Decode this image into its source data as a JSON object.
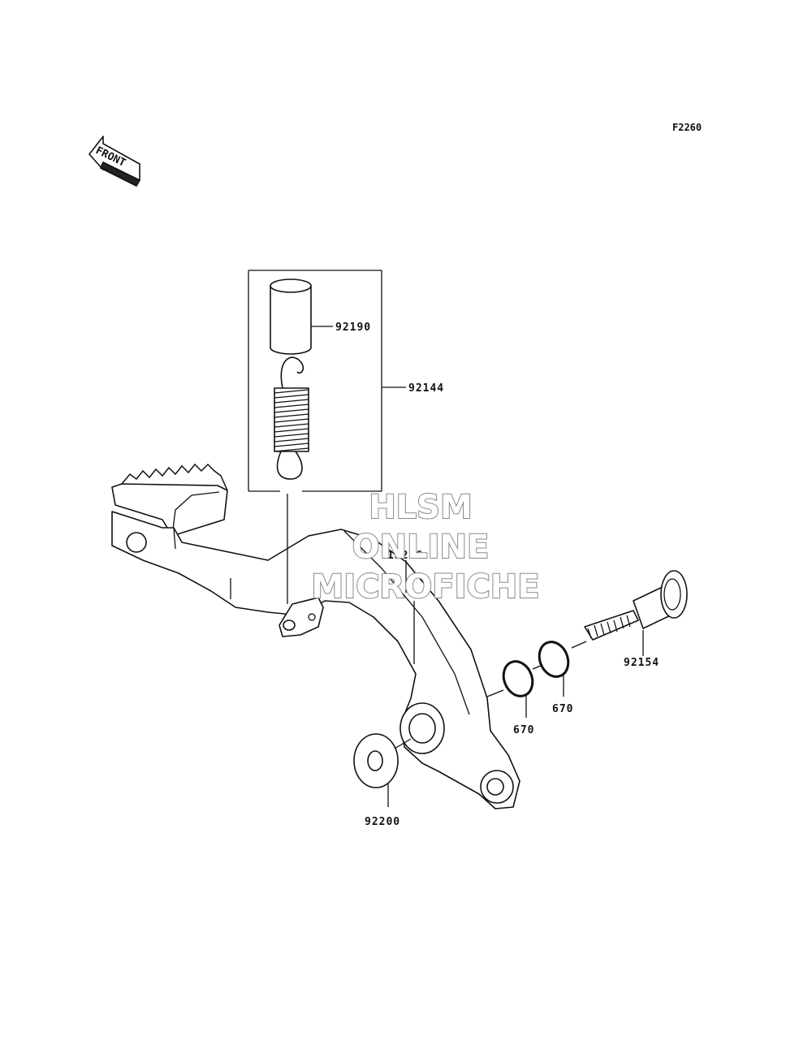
{
  "figure_code": "F2260",
  "front_indicator": {
    "label": "FRONT",
    "icon": "front-arrow-icon"
  },
  "watermark": {
    "line1": "HLSM",
    "line2": "ONLINE",
    "line3": "MICROFICHE"
  },
  "parts": {
    "bushing": "92190",
    "spring_assembly": "92144",
    "brake_pedal": "13236",
    "pivot_bolt": "92154",
    "o_ring_1": "670",
    "o_ring_2": "670",
    "washer": "92200"
  }
}
